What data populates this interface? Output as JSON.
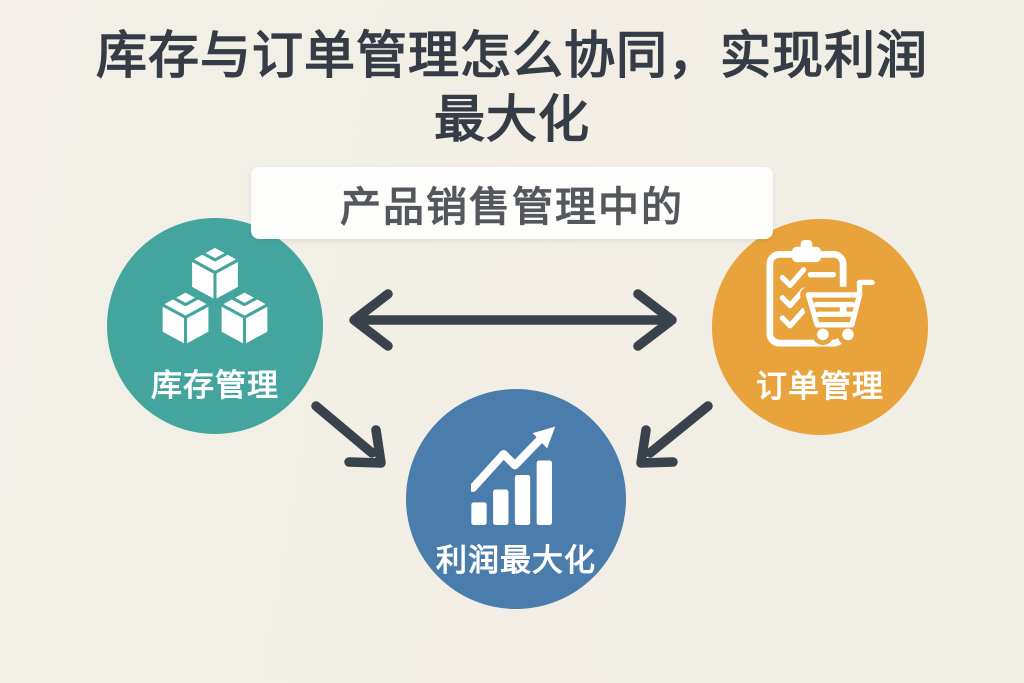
{
  "title": {
    "line1": "库存与订单管理怎么协同，实现利润",
    "line2": "最大化",
    "full": "库存与订单管理怎么协同，实现利润最大化"
  },
  "banner": {
    "label": "产品销售管理中的"
  },
  "nodes": {
    "inventory": {
      "label": "库存管理",
      "color": "#44a49e",
      "icon": "boxes-icon"
    },
    "order": {
      "label": "订单管理",
      "color": "#e8a33c",
      "icon": "clipboard-checklist-cart-icon"
    },
    "profit": {
      "label": "利润最大化",
      "color": "#4a7dab",
      "icon": "growth-bar-chart-icon"
    }
  },
  "connectors": {
    "inventory_order": {
      "type": "double-headed-arrow",
      "color": "#3a424c"
    },
    "inventory_profit": {
      "type": "arrow",
      "color": "#3a424c"
    },
    "order_profit": {
      "type": "arrow",
      "color": "#3a424c"
    }
  },
  "colors": {
    "background": "#f2efe7",
    "title_text": "#353c45",
    "banner_background": "#fdfdfb",
    "banner_text": "#54585c",
    "icon_and_label": "#ffffff"
  }
}
